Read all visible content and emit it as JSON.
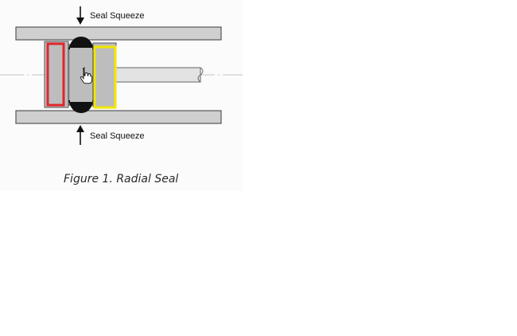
{
  "labels": {
    "top_force": "Seal Squeeze",
    "bottom_force": "Seal Squeeze"
  },
  "caption": "Figure 1. Radial Seal",
  "colors": {
    "plate_fill": "#cfcfcf",
    "plate_stroke": "#555555",
    "seal_fill": "#bdbdbd",
    "seal_dark": "#111111",
    "highlight_red": "#e0262b",
    "highlight_yellow": "#f3e600",
    "shaft_fill": "#e3e3e3",
    "centerline": "#c4c4c4"
  },
  "icons": {
    "cursor": "hand-pointer-icon"
  }
}
